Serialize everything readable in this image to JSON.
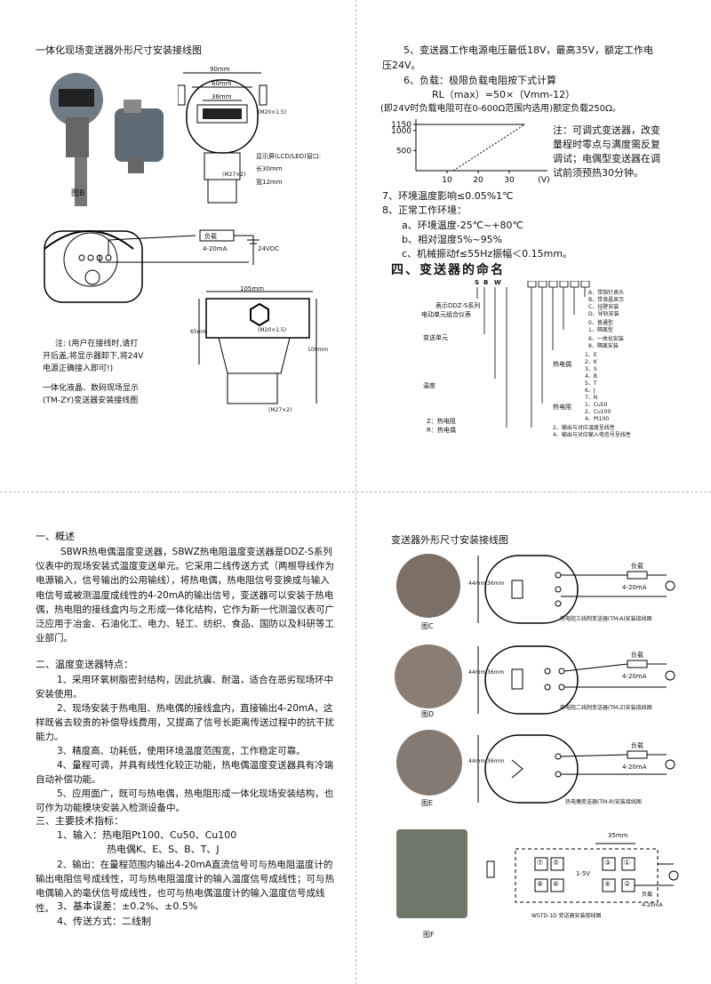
{
  "q1": {
    "title": "一体化现场变送器外形尺寸安装接线图",
    "dim_90": "90mm",
    "dim_60": "60mm",
    "dim_36": "36mm",
    "m20": "(M20×1.5)",
    "m27": "(M27×2)",
    "display_window": "显示屏(LCD/LED)窗口:",
    "len30": "长30mm",
    "wid12": "宽12mm",
    "fig_b": "图B",
    "load": "负载",
    "ma": "4-20mA",
    "vdc": "24VDC",
    "dim_105": "105mm",
    "dim_65": "65mm",
    "dim_100": "100mm",
    "note": [
      "注: (用户在接线时,请打",
      "开后盖,将显示器卸下,将24V",
      "电源正确接入即可!)"
    ],
    "caption": [
      "一体化液晶、数码现场显示",
      "(TM-ZY)变送器安装接线图"
    ]
  },
  "q2": {
    "item5": [
      "5、变送器工作电源电压最低18V，最高35V，额定工作电",
      "压24V。"
    ],
    "item6": "6、负载：极限负载电阻按下式计算",
    "formula": "RL（max）=50×（Vmm-12）",
    "formula_note": "(即24V时负载电阻可在0-600Ω范围内选用)额定负载250Ω。",
    "chart_note": [
      "注：可调式变送器，改变",
      "量程时零点与满度需反复",
      "调试；电偶型变送器在调",
      "试前须预热30分钟。"
    ],
    "item7": "7、环境温度影响≤0.05%1℃",
    "item8": "8、正常工作环境：",
    "env": [
      "a、环境温度-25℃~+80℃",
      "b、相对湿度5%~95%",
      "c、机械振动f≤55Hz振幅＜0.15mm。"
    ],
    "section4": "四、变送器的命名",
    "naming_prefix": [
      "S",
      "B",
      "W"
    ],
    "naming_left": [
      "表示DDZ-S系列",
      "电动单元组合仪表",
      "变送单元",
      "温度",
      "Z：热电阻",
      "R：热电偶"
    ],
    "naming_right": [
      "A、带指针表头",
      "B、带液晶显示",
      "C、挂壁安装",
      "D、导轨安装",
      "0、普通型",
      "1、隔离型",
      "6、一体化安装",
      "8、隔离安装",
      "1、E",
      "2、K",
      "3、S",
      "4、B",
      "5、T",
      "6、J",
      "7、N",
      "1、Cu50",
      "2、Cu100",
      "4、Pt100",
      "2、输出与对应温度呈线性",
      "4、输出与对应输入电信号呈线性"
    ],
    "group_tc": "热电偶",
    "group_rtd": "热电阻"
  },
  "q3": {
    "h1": "一、概述",
    "p1": "SBWR热电偶温度变送器，SBWZ热电阻温度变送器是DDZ-S系列仪表中的现场安装式温度变送单元。它采用二线传送方式（两根导线作为电源输入，信号输出的公用输线），将热电偶，热电阻信号变换成与输入电信号或被测温度成线性的4-20mA的输出信号，变送器可以安装于热电偶，热电阻的接线盒内与之形成一体化结构，它作为新一代测温仪表可广泛应用于冶金、石油化工、电力、轻工、纺织、食品、国防以及科研等工业部门。",
    "h2": "二、温度变送器特点：",
    "f1": "1、采用环氧树脂密封结构，因此抗震、耐温，适合在恶劣现场环中安装使用。",
    "f2": "2、现场安装于热电阻、热电偶的接线盒内，直接输出4-20mA，这样既省去较贵的补偿导线费用，又提高了信号长距离传送过程中的抗干扰能力。",
    "f3": "3、精度高、功耗低，使用环境温度范围宽，工作稳定可靠。",
    "f4": "4、量程可调，并具有线性化较正功能，热电偶温度变送器具有冷端自动补偿功能。",
    "f5": "5、应用面广，既可与热电偶，热电阻形成一体化现场安装结构，也可作为功能模块安装入检测设备中。",
    "h3": "三、主要技术指标：",
    "t1a": "1、输入：热电阻Pt100、Cu50、Cu100",
    "t1b": "热电偶K、E、S、B、T、J",
    "t2": "2、输出：在量程范围内输出4-20mA直流信号可与热电阻温度计的输出电阻信号成线性，可与热电阻温度计的输入温度信号成线性；可与热电偶输入的毫伏信号成线性，也可与热电偶温度计的输入温度信号成线性。",
    "t3": "3、基本误差：±0.2%、±0.5%",
    "t4": "4、传送方式：二线制"
  },
  "q4": {
    "title": "变送器外形尺寸安装接线图",
    "dim_44": "44mm",
    "dim_36": "36mm",
    "load": "负载",
    "ma": "4-20mA",
    "cap_c": "热电阻三线制变送器(TM-A)安装接线图",
    "cap_d": "热电阻二线制变送器(TM-Z)安装接线图",
    "cap_e": "热电偶变送器(TM-R)安装接线图",
    "cap_f": "WSTD-1D 变送器安装接线图",
    "fig_c": "图C",
    "fig_d": "图D",
    "fig_e": "图E",
    "fig_f": "图F",
    "dim_35": "35mm",
    "v15": "1-5V",
    "terms": [
      "⑦",
      "⑤",
      "③",
      "①",
      "⑧",
      "⑥",
      "④",
      "②"
    ]
  },
  "chart_data": {
    "type": "line",
    "x_ticks": [
      10,
      20,
      30
    ],
    "x_unit": "(V)",
    "y_ticks": [
      500,
      1000,
      1150
    ],
    "series": [
      {
        "x": [
          12,
          35
        ],
        "y": [
          0,
          1150
        ],
        "style": "dashed"
      },
      {
        "x": [
          0,
          35
        ],
        "y": [
          1150,
          1150
        ],
        "style": "solid"
      }
    ]
  }
}
